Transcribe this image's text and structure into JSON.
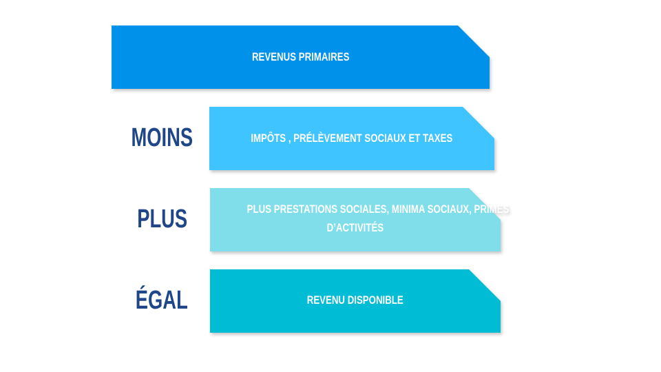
{
  "steps": [
    {
      "operator": "",
      "label": "REVENUS PRIMAIRES",
      "color": "#0091ea"
    },
    {
      "operator": "MOINS",
      "label": "IMPÔTS , PRÉLÈVEMENT SOCIAUX ET TAXES",
      "color": "#40c4ff"
    },
    {
      "operator": "PLUS",
      "label_line1": "PLUS PRESTATIONS SOCIALES, MINIMA SOCIAUX, PRIMES",
      "label_line2": "D’ACTIVITÉS",
      "color": "#80deea"
    },
    {
      "operator": "ÉGAL",
      "label": "REVENU DISPONIBLE",
      "color": "#00bcd4"
    }
  ]
}
